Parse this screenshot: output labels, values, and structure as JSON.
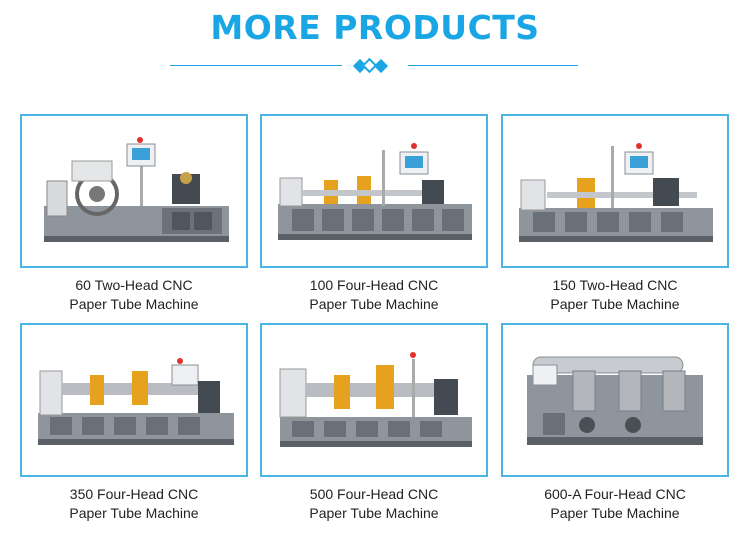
{
  "heading": "MORE PRODUCTS",
  "products": [
    {
      "line1": "60 Two-Head CNC",
      "line2": "Paper Tube Machine"
    },
    {
      "line1": "100 Four-Head CNC",
      "line2": "Paper Tube Machine"
    },
    {
      "line1": "150 Two-Head CNC",
      "line2": "Paper Tube Machine"
    },
    {
      "line1": "350 Four-Head CNC",
      "line2": "Paper Tube Machine"
    },
    {
      "line1": "500 Four-Head CNC",
      "line2": "Paper Tube Machine"
    },
    {
      "line1": "600-A Four-Head CNC",
      "line2": "Paper Tube Machine"
    }
  ],
  "colors": {
    "accent": "#1aa6e4",
    "frame": "#49b5e6"
  }
}
